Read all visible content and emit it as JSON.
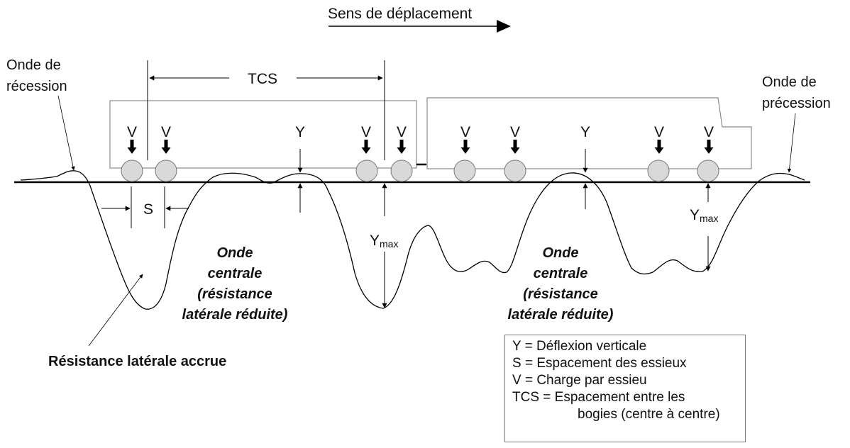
{
  "title": "Sens de déplacement",
  "labels": {
    "onde_recession": [
      "Onde de",
      "récession"
    ],
    "onde_precession": [
      "Onde de",
      "précession"
    ],
    "tcs": "TCS",
    "v": "V",
    "y": "Y",
    "s": "S",
    "ymax_main": "Y",
    "ymax_sub": "max",
    "onde_centrale": [
      "Onde",
      "centrale",
      "(résistance",
      "latérale réduite)"
    ],
    "resistance_accrue": "Résistance latérale accrue"
  },
  "legend": {
    "items": [
      {
        "text": "Y = Déflexion verticale"
      },
      {
        "text": "S = Espacement des essieux"
      },
      {
        "text": "V = Charge par essieu"
      },
      {
        "text": "TCS = Espacement entre les"
      },
      {
        "text": "bogies (centre à centre)"
      }
    ]
  },
  "colors": {
    "line": "#000000",
    "car_outline": "#8a8a8a",
    "wheel_fill": "#d9d9d9",
    "wheel_stroke": "#777777"
  }
}
